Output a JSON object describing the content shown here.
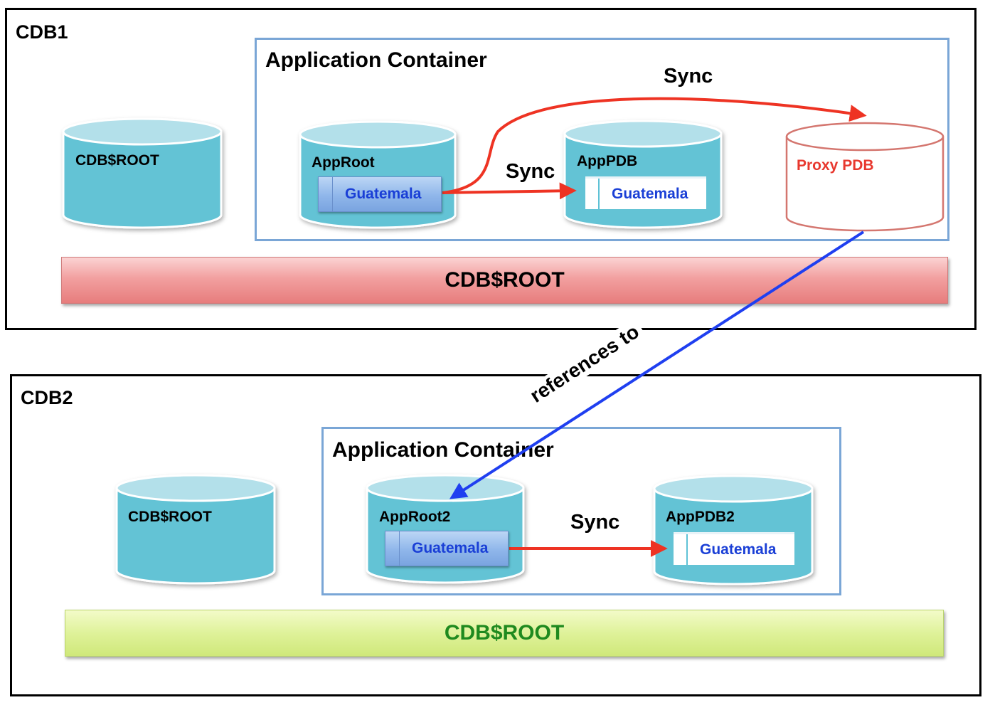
{
  "cdb1": {
    "label": "CDB1",
    "root_cylinder_label": "CDB$ROOT",
    "root_bar_label": "CDB$ROOT",
    "root_bar_color": "#e77d7d",
    "app_container": {
      "label": "Application Container",
      "app_root": {
        "label": "AppRoot",
        "table": "Guatemala"
      },
      "app_pdb": {
        "label": "AppPDB",
        "table": "Guatemala"
      },
      "proxy_pdb": {
        "label": "Proxy PDB"
      },
      "sync_top_label": "Sync",
      "sync_mid_label": "Sync"
    }
  },
  "cdb2": {
    "label": "CDB2",
    "root_cylinder_label": "CDB$ROOT",
    "root_bar_label": "CDB$ROOT",
    "root_bar_color": "#cfe87a",
    "app_container": {
      "label": "Application Container",
      "app_root": {
        "label": "AppRoot2",
        "table": "Guatemala"
      },
      "app_pdb": {
        "label": "AppPDB2",
        "table": "Guatemala"
      },
      "sync_label": "Sync"
    }
  },
  "reference": {
    "label": "references to"
  },
  "colors": {
    "cylinder_fill": "#64c3d5",
    "cylinder_top": "#b3e0ea",
    "sync_arrow": "#ee3323",
    "reference_arrow": "#1f3ff0",
    "container_border": "#7aa6d6",
    "table_text": "#1a3fd6",
    "proxy_stroke": "#d4766f"
  }
}
